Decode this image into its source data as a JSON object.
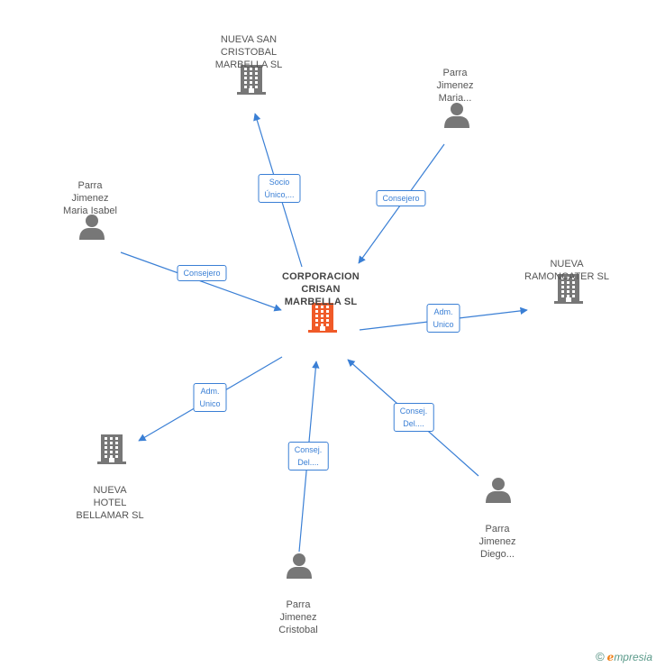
{
  "nodes": [
    {
      "id": "center",
      "label": "CORPORACION\nCRISAN\nMARBELLA SL",
      "type": "company",
      "color": "#f05a28"
    },
    {
      "id": "nueva-san-cristobal",
      "label": "NUEVA SAN\nCRISTOBAL\nMARBELLA SL",
      "type": "company",
      "color": "#777777"
    },
    {
      "id": "parra-maria-top",
      "label": "Parra\nJimenez\nMaria...",
      "type": "person",
      "color": "#777777"
    },
    {
      "id": "parra-maria-isabel",
      "label": "Parra\nJimenez\nMaria Isabel",
      "type": "person",
      "color": "#777777"
    },
    {
      "id": "nueva-ramoncater",
      "label": "NUEVA\nRAMONCATER SL",
      "type": "company",
      "color": "#777777"
    },
    {
      "id": "nueva-hotel-bellamar",
      "label": "NUEVA\nHOTEL\nBELLAMAR SL",
      "type": "company",
      "color": "#777777"
    },
    {
      "id": "parra-cristobal",
      "label": "Parra\nJimenez\nCristobal",
      "type": "person",
      "color": "#777777"
    },
    {
      "id": "parra-diego",
      "label": "Parra\nJimenez\nDiego...",
      "type": "person",
      "color": "#777777"
    }
  ],
  "edges": [
    {
      "from": "center",
      "to": "nueva-san-cristobal",
      "label": "Socio\nÚnico,..."
    },
    {
      "from": "parra-maria-top",
      "to": "center",
      "label": "Consejero"
    },
    {
      "from": "parra-maria-isabel",
      "to": "center",
      "label": "Consejero"
    },
    {
      "from": "center",
      "to": "nueva-ramoncater",
      "label": "Adm.\nUnico"
    },
    {
      "from": "center",
      "to": "nueva-hotel-bellamar",
      "label": "Adm.\nUnico"
    },
    {
      "from": "parra-cristobal",
      "to": "center",
      "label": "Consej.\nDel...."
    },
    {
      "from": "parra-diego",
      "to": "center",
      "label": "Consej.\nDel...."
    }
  ],
  "colors": {
    "edge": "#3a7fd5",
    "icon": "#777777",
    "center_icon": "#f05a28"
  },
  "brand": {
    "copyright": "©",
    "initial": "e",
    "rest": "mpresia"
  }
}
